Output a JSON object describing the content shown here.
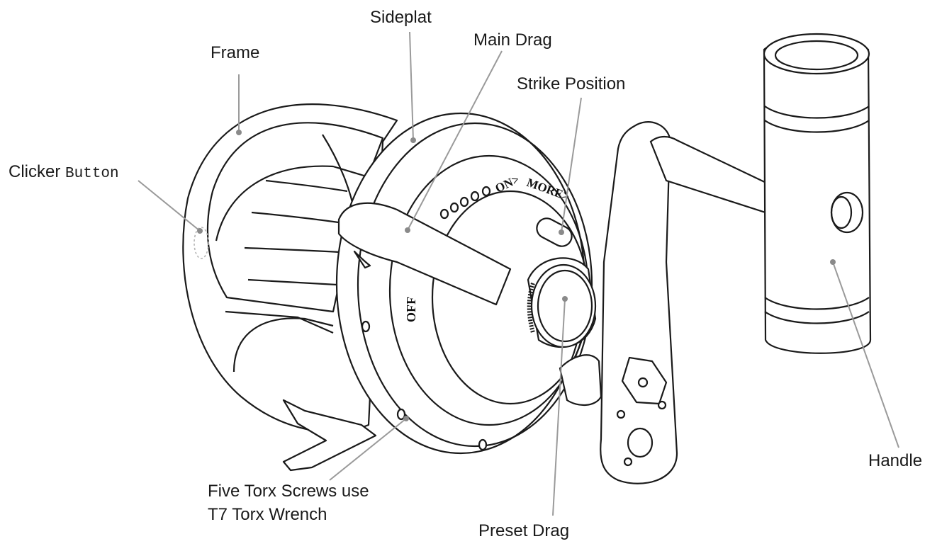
{
  "labels": {
    "sideplat": "Sideplat",
    "main_drag": "Main Drag",
    "frame": "Frame",
    "strike_position": "Strike Position",
    "clicker_word": "Clicker",
    "clicker_button": "Button",
    "five_torx_line1": "Five Torx Screws use",
    "five_torx_line2": "T7 Torx Wrench",
    "preset_drag": "Preset Drag",
    "handle": "Handle"
  },
  "dial_markings": {
    "off": "OFF",
    "on": "ON>",
    "more": "MORE>"
  },
  "colors": {
    "outline": "#1a1a1a",
    "leader": "#9a9a9a",
    "background": "#ffffff"
  }
}
